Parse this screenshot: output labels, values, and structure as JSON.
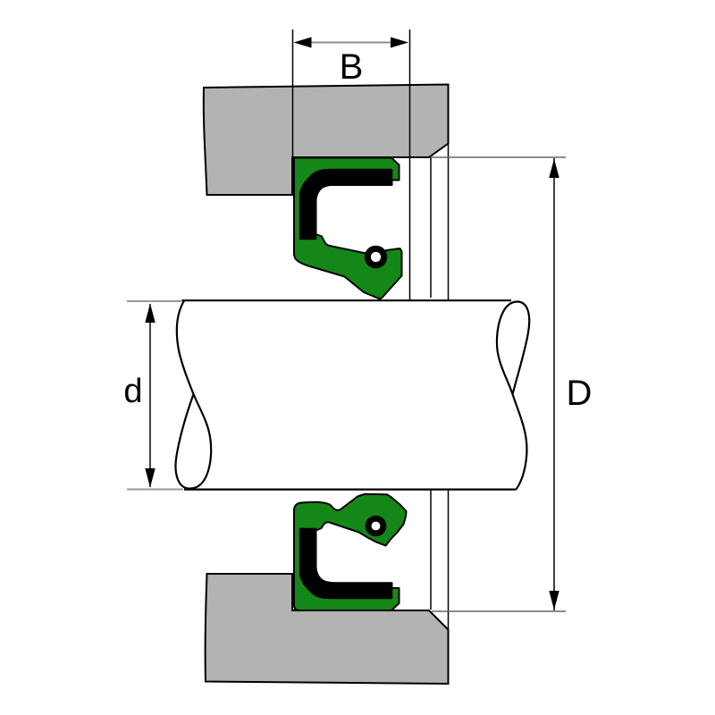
{
  "diagram": {
    "type": "technical-cross-section",
    "subject": "rotary-shaft-seal-installation",
    "labels": {
      "seal_width": "B",
      "shaft_diameter": "d",
      "outer_diameter": "D"
    },
    "colors": {
      "background": "#ffffff",
      "housing_gray": "#b3b3b3",
      "seal_green": "#148718",
      "insert_black": "#000000",
      "outline": "#000000",
      "dim_gray": "#8c8c8c",
      "text": "#000000"
    }
  }
}
